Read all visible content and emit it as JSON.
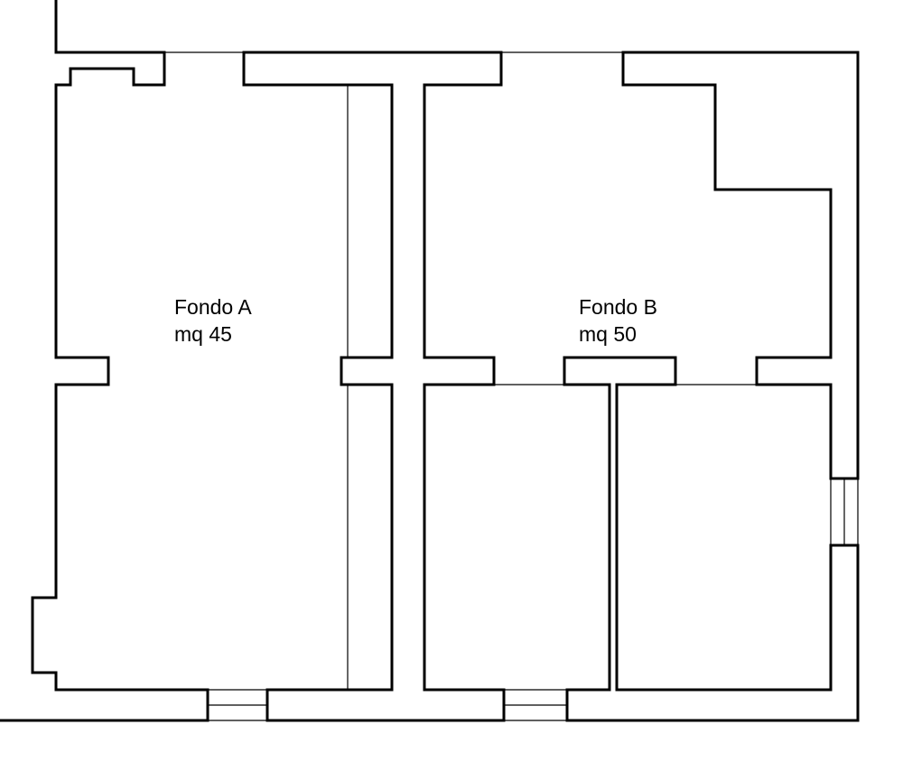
{
  "rooms": [
    {
      "name": "Fondo A",
      "area": "mq 45"
    },
    {
      "name": "Fondo B",
      "area": "mq 50"
    }
  ],
  "colors": {
    "wall": "#000000",
    "background": "#ffffff"
  }
}
